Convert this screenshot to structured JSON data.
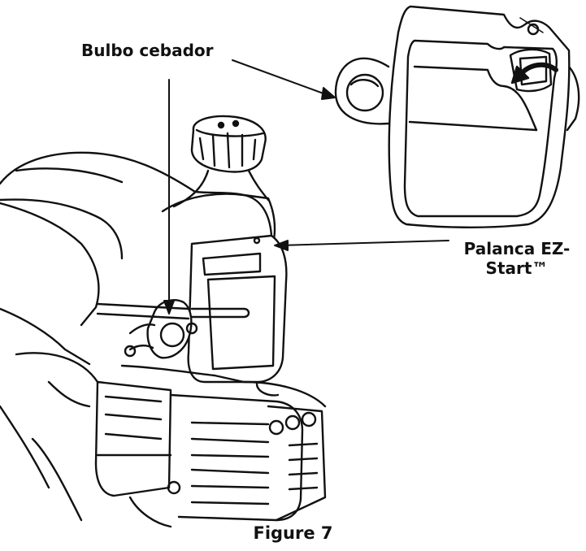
{
  "labels": {
    "primer_bulb": "Bulbo cebador",
    "ez_start_lever_line1": "Palanca EZ-",
    "ez_start_lever_line2": "Start™",
    "figure_caption": "Figure 7"
  },
  "colors": {
    "line": "#111111",
    "background": "#ffffff"
  }
}
